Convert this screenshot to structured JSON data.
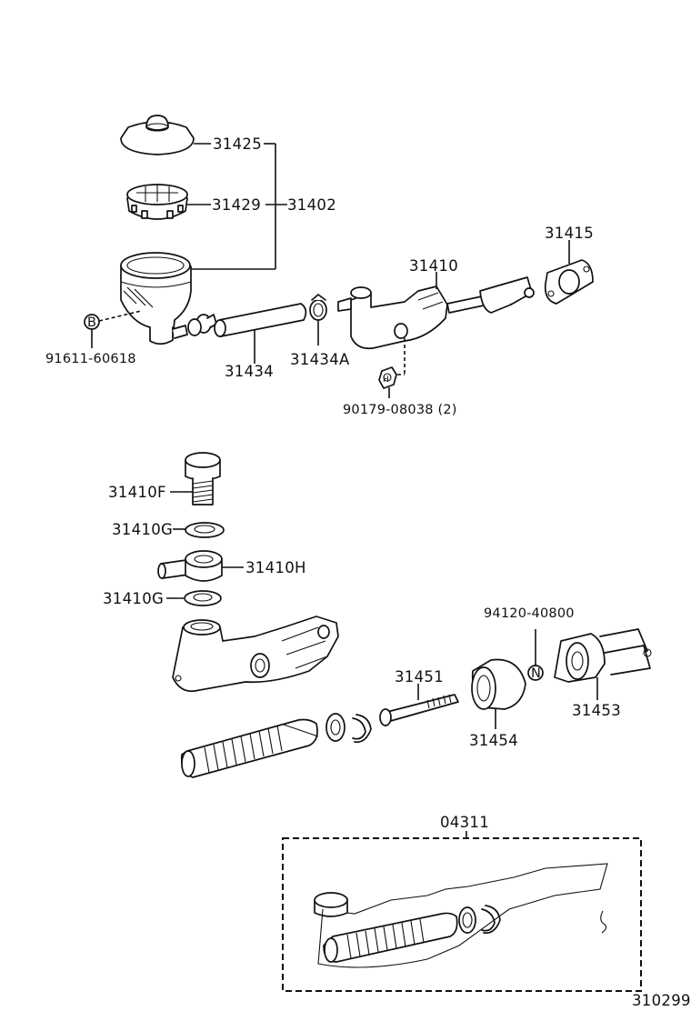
{
  "labels": {
    "p31425": "31425",
    "p31429": "31429",
    "p31402": "31402",
    "p31415": "31415",
    "p31410": "31410",
    "p91611": "91611-60618",
    "p31434": "31434",
    "p31434A": "31434A",
    "p90179": "90179-08038 (2)",
    "p31410F": "31410F",
    "p31410G_top": "31410G",
    "p31410H": "31410H",
    "p31410G_bot": "31410G",
    "p94120": "94120-40800",
    "p31451": "31451",
    "p31454": "31454",
    "p31453": "31453",
    "p04311": "04311",
    "figure_number": "310299"
  },
  "markers": {
    "b": "B",
    "h": "H",
    "n": "N"
  }
}
